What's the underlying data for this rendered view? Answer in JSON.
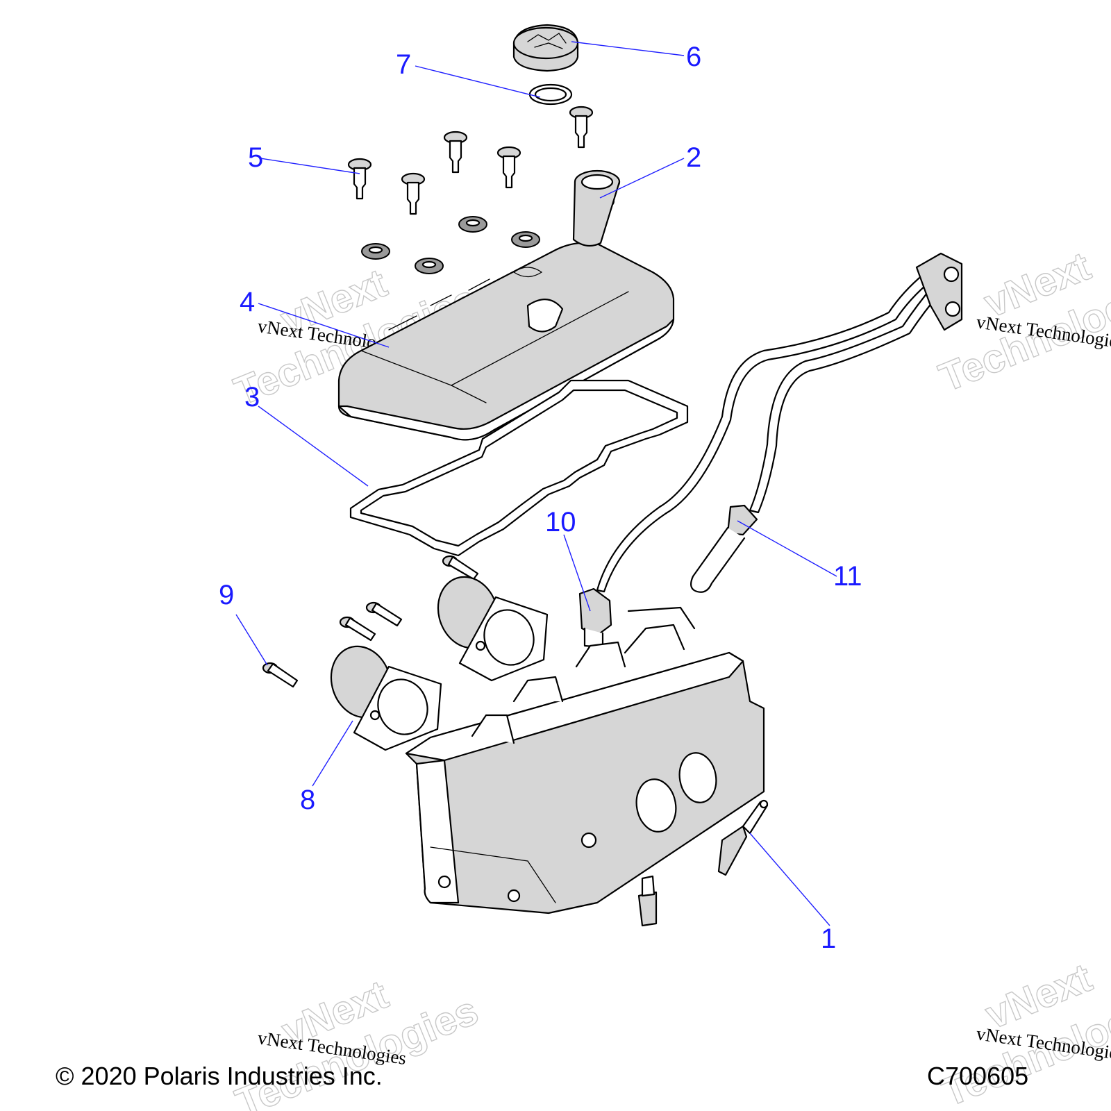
{
  "callouts": {
    "c1": "1",
    "c2": "2",
    "c3": "3",
    "c4": "4",
    "c5": "5",
    "c6": "6",
    "c7": "7",
    "c8": "8",
    "c9": "9",
    "c10": "10",
    "c11": "11"
  },
  "watermark": {
    "line1": "vNext",
    "line2": "Technologies",
    "serif": "vNext Technologies"
  },
  "footer": {
    "copyright": "© 2020 Polaris Industries Inc.",
    "code": "C700605"
  },
  "colors": {
    "callout": "#1a1aff",
    "part_fill": "#d6d6d6",
    "watermark_outline": "#c8c8c8"
  }
}
